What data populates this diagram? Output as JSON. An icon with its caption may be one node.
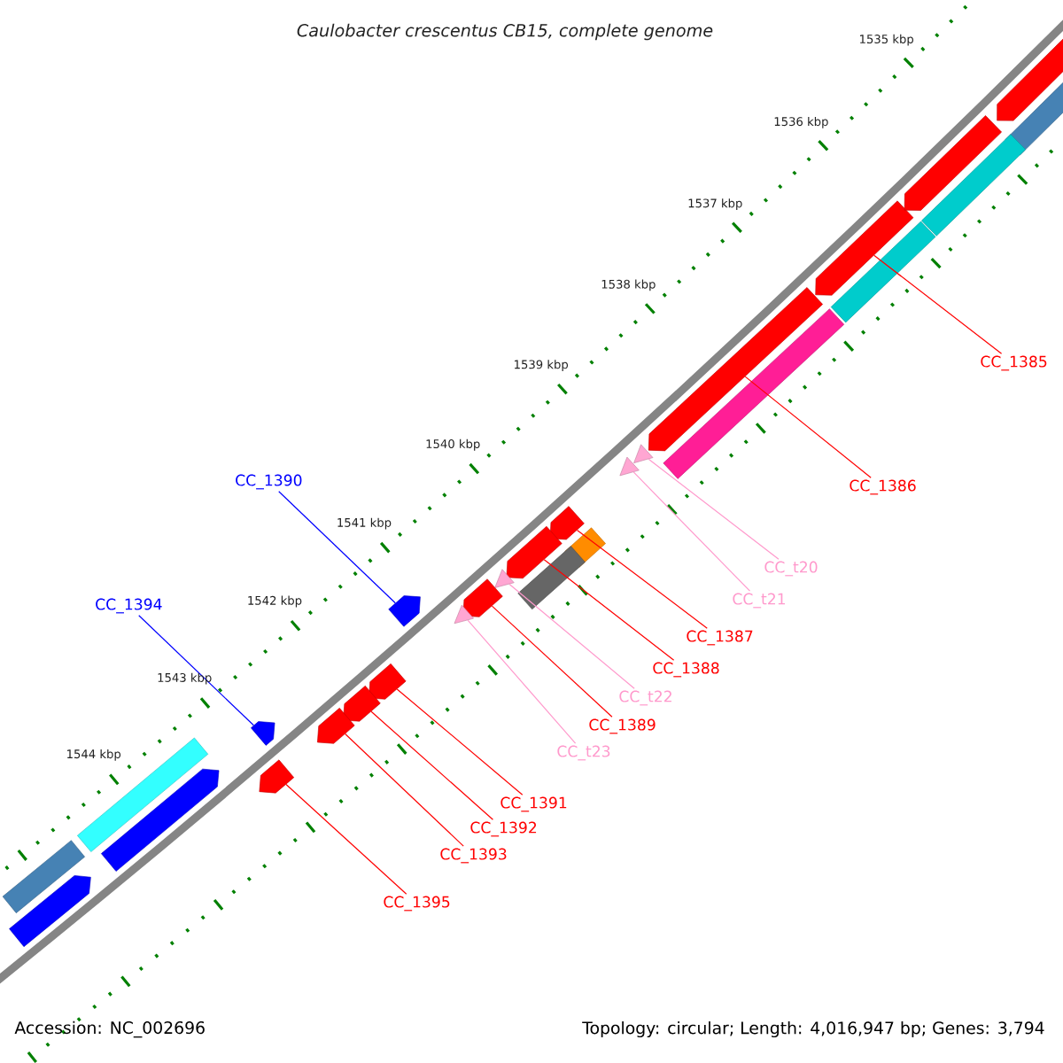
{
  "diagram": {
    "title": "Caulobacter crescentus CB15, complete genome",
    "nodes": [
      {
        "text": [],
        "shape": "arrow"
      },
      {
        "text": [
          "CC_1385"
        ]
      },
      {
        "text": [],
        "shape": "arrow"
      },
      {
        "text": [
          "CC_1386"
        ]
      },
      {
        "text": [],
        "shape": "triangle"
      },
      {
        "text": [
          "CC_t20"
        ]
      },
      {
        "text": [],
        "shape": "triangle"
      },
      {
        "text": [
          "CC_t21"
        ]
      },
      {
        "text": [],
        "shape": "arrow"
      },
      {
        "text": [
          "CC_1387"
        ]
      },
      {
        "text": [],
        "shape": "arrow"
      },
      {
        "text": [
          "CC_1388"
        ]
      },
      {
        "text": [],
        "shape": "triangle"
      },
      {
        "text": [
          "CC_t22"
        ]
      },
      {
        "text": [],
        "shape": "arrow"
      },
      {
        "text": [
          "CC_1389"
        ]
      },
      {
        "text": [],
        "shape": "triangle"
      },
      {
        "text": [
          "CC_t23"
        ]
      },
      {
        "text": [],
        "shape": "arrow"
      },
      {
        "text": [
          "CC_1390"
        ]
      },
      {
        "text": [],
        "shape": "arrow"
      },
      {
        "text": [
          "CC_1391"
        ]
      },
      {
        "text": [],
        "shape": "arrow"
      },
      {
        "text": [
          "CC_1392"
        ]
      },
      {
        "text": [],
        "shape": "arrow"
      },
      {
        "text": [
          "CC_1393"
        ]
      },
      {
        "text": [],
        "shape": "arrow"
      },
      {
        "text": [
          "CC_1394"
        ]
      },
      {
        "text": [],
        "shape": "arrow"
      },
      {
        "text": [
          "CC_1395"
        ]
      },
      {
        "text": [],
        "shape": "pentagon"
      },
      {
        "text": [],
        "shape": "bar"
      },
      {
        "text": [],
        "shape": "pentagon"
      },
      {
        "text": [],
        "shape": "bar"
      },
      {
        "text": [],
        "shape": "bar"
      },
      {
        "text": [],
        "shape": "bar"
      },
      {
        "text": [],
        "shape": "bar"
      },
      {
        "text": [],
        "shape": "bar"
      },
      {
        "text": [],
        "shape": "bar"
      },
      {
        "text": [],
        "shape": "pentagon"
      },
      {
        "text": [],
        "shape": "bar"
      },
      {
        "text": [],
        "shape": "pentagon"
      }
    ],
    "edges": [
      {
        "from": 1,
        "to": 0,
        "arrow": "none"
      },
      {
        "from": 3,
        "to": 2,
        "arrow": "none"
      },
      {
        "from": 5,
        "to": 4,
        "arrow": "none",
        "color": "#ff99cc"
      },
      {
        "from": 7,
        "to": 6,
        "arrow": "none",
        "color": "#ff99cc"
      },
      {
        "from": 9,
        "to": 8,
        "arrow": "none"
      },
      {
        "from": 11,
        "to": 10,
        "arrow": "none"
      },
      {
        "from": 13,
        "to": 12,
        "arrow": "none",
        "color": "#ff99cc"
      },
      {
        "from": 15,
        "to": 14,
        "arrow": "none"
      },
      {
        "from": 17,
        "to": 16,
        "arrow": "none",
        "color": "#ff99cc"
      },
      {
        "from": 19,
        "to": 18,
        "arrow": "none",
        "color": "#0000ff"
      },
      {
        "from": 21,
        "to": 20,
        "arrow": "none"
      },
      {
        "from": 23,
        "to": 22,
        "arrow": "none"
      },
      {
        "from": 25,
        "to": 24,
        "arrow": "none"
      },
      {
        "from": 27,
        "to": 26,
        "arrow": "none",
        "color": "#0000ff"
      },
      {
        "from": 29,
        "to": 28,
        "arrow": "none"
      }
    ],
    "labels": [
      "1535 kbp",
      "1536 kbp",
      "1537 kbp",
      "1538 kbp",
      "1539 kbp",
      "1540 kbp",
      "1541 kbp",
      "1542 kbp",
      "1543 kbp",
      "1544 kbp",
      "Accession: NC_002696",
      "Topology: circular; Length: 4,016,947 bp; Genes: 3,794"
    ]
  }
}
